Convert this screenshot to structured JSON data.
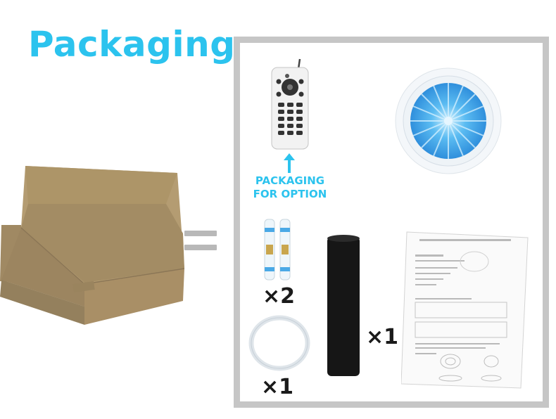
{
  "title": "Packaging",
  "option_label_line1": "PACKAGING",
  "option_label_line2": "FOR OPTION",
  "qty_connectors": "×2",
  "qty_foam": "×1",
  "qty_ring": "×1",
  "colors": {
    "accent": "#2cc3ee",
    "frame": "#c6c6c6",
    "box": "#a8926a",
    "light": "#3fa6e8"
  },
  "icons": [
    "cardboard-box-icon",
    "equals-icon",
    "remote-control-icon",
    "up-arrow-icon",
    "pool-light-icon",
    "connector-tube-icon",
    "seal-ring-icon",
    "foam-tube-icon",
    "manual-icon"
  ]
}
